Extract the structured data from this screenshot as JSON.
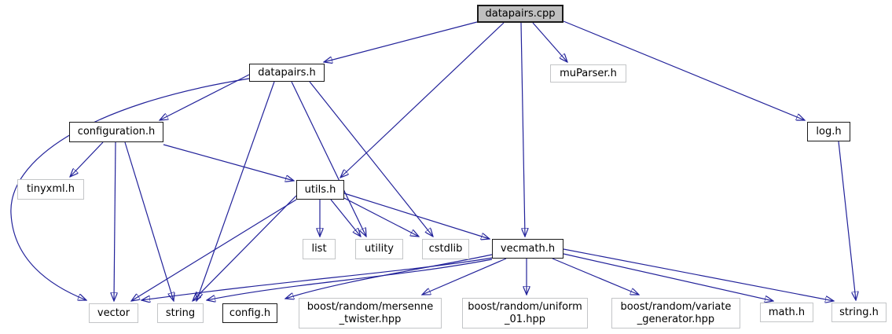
{
  "graph": {
    "title": "include dependency graph for datapairs.cpp",
    "colors": {
      "edge": "#22229a",
      "current_node_fill": "#bfbfbf",
      "documented_node_border": "#1a1a1a",
      "external_node_border": "#c3c5c7",
      "background": "#ffffff"
    },
    "nodes": {
      "datapairs_cpp": {
        "label": "datapairs.cpp",
        "type": "current"
      },
      "datapairs_h": {
        "label": "datapairs.h",
        "type": "documented"
      },
      "muparser_h": {
        "label": "muParser.h",
        "type": "external"
      },
      "log_h": {
        "label": "log.h",
        "type": "documented"
      },
      "configuration_h": {
        "label": "configuration.h",
        "type": "documented"
      },
      "tinyxml_h": {
        "label": "tinyxml.h",
        "type": "external"
      },
      "utils_h": {
        "label": "utils.h",
        "type": "documented"
      },
      "list": {
        "label": "list",
        "type": "external"
      },
      "utility": {
        "label": "utility",
        "type": "external"
      },
      "cstdlib": {
        "label": "cstdlib",
        "type": "external"
      },
      "vecmath_h": {
        "label": "vecmath.h",
        "type": "documented"
      },
      "vector": {
        "label": "vector",
        "type": "external"
      },
      "string": {
        "label": "string",
        "type": "external"
      },
      "config_h": {
        "label": "config.h",
        "type": "documented"
      },
      "mersenne": {
        "label": "boost/random/mersenne\n_twister.hpp",
        "type": "external"
      },
      "uniform": {
        "label": "boost/random/uniform\n_01.hpp",
        "type": "external"
      },
      "variate": {
        "label": "boost/random/variate\n_generator.hpp",
        "type": "external"
      },
      "math_h": {
        "label": "math.h",
        "type": "external"
      },
      "string_h": {
        "label": "string.h",
        "type": "external"
      }
    },
    "edges": [
      {
        "from": "datapairs.cpp",
        "to": "datapairs.h"
      },
      {
        "from": "datapairs.cpp",
        "to": "utils.h"
      },
      {
        "from": "datapairs.cpp",
        "to": "vecmath.h"
      },
      {
        "from": "datapairs.cpp",
        "to": "muParser.h"
      },
      {
        "from": "datapairs.cpp",
        "to": "log.h"
      },
      {
        "from": "datapairs.h",
        "to": "configuration.h"
      },
      {
        "from": "datapairs.h",
        "to": "vector"
      },
      {
        "from": "datapairs.h",
        "to": "string"
      },
      {
        "from": "datapairs.h",
        "to": "utility"
      },
      {
        "from": "datapairs.h",
        "to": "cstdlib"
      },
      {
        "from": "configuration.h",
        "to": "tinyxml.h"
      },
      {
        "from": "configuration.h",
        "to": "vector"
      },
      {
        "from": "configuration.h",
        "to": "string"
      },
      {
        "from": "configuration.h",
        "to": "utils.h"
      },
      {
        "from": "utils.h",
        "to": "list"
      },
      {
        "from": "utils.h",
        "to": "utility"
      },
      {
        "from": "utils.h",
        "to": "cstdlib"
      },
      {
        "from": "utils.h",
        "to": "vecmath.h"
      },
      {
        "from": "utils.h",
        "to": "vector"
      },
      {
        "from": "utils.h",
        "to": "string"
      },
      {
        "from": "vecmath.h",
        "to": "boost/random/mersenne_twister.hpp"
      },
      {
        "from": "vecmath.h",
        "to": "boost/random/uniform_01.hpp"
      },
      {
        "from": "vecmath.h",
        "to": "boost/random/variate_generator.hpp"
      },
      {
        "from": "vecmath.h",
        "to": "math.h"
      },
      {
        "from": "vecmath.h",
        "to": "string.h"
      },
      {
        "from": "vecmath.h",
        "to": "config.h"
      },
      {
        "from": "vecmath.h",
        "to": "string"
      },
      {
        "from": "vecmath.h",
        "to": "vector"
      },
      {
        "from": "log.h",
        "to": "string.h"
      }
    ]
  }
}
